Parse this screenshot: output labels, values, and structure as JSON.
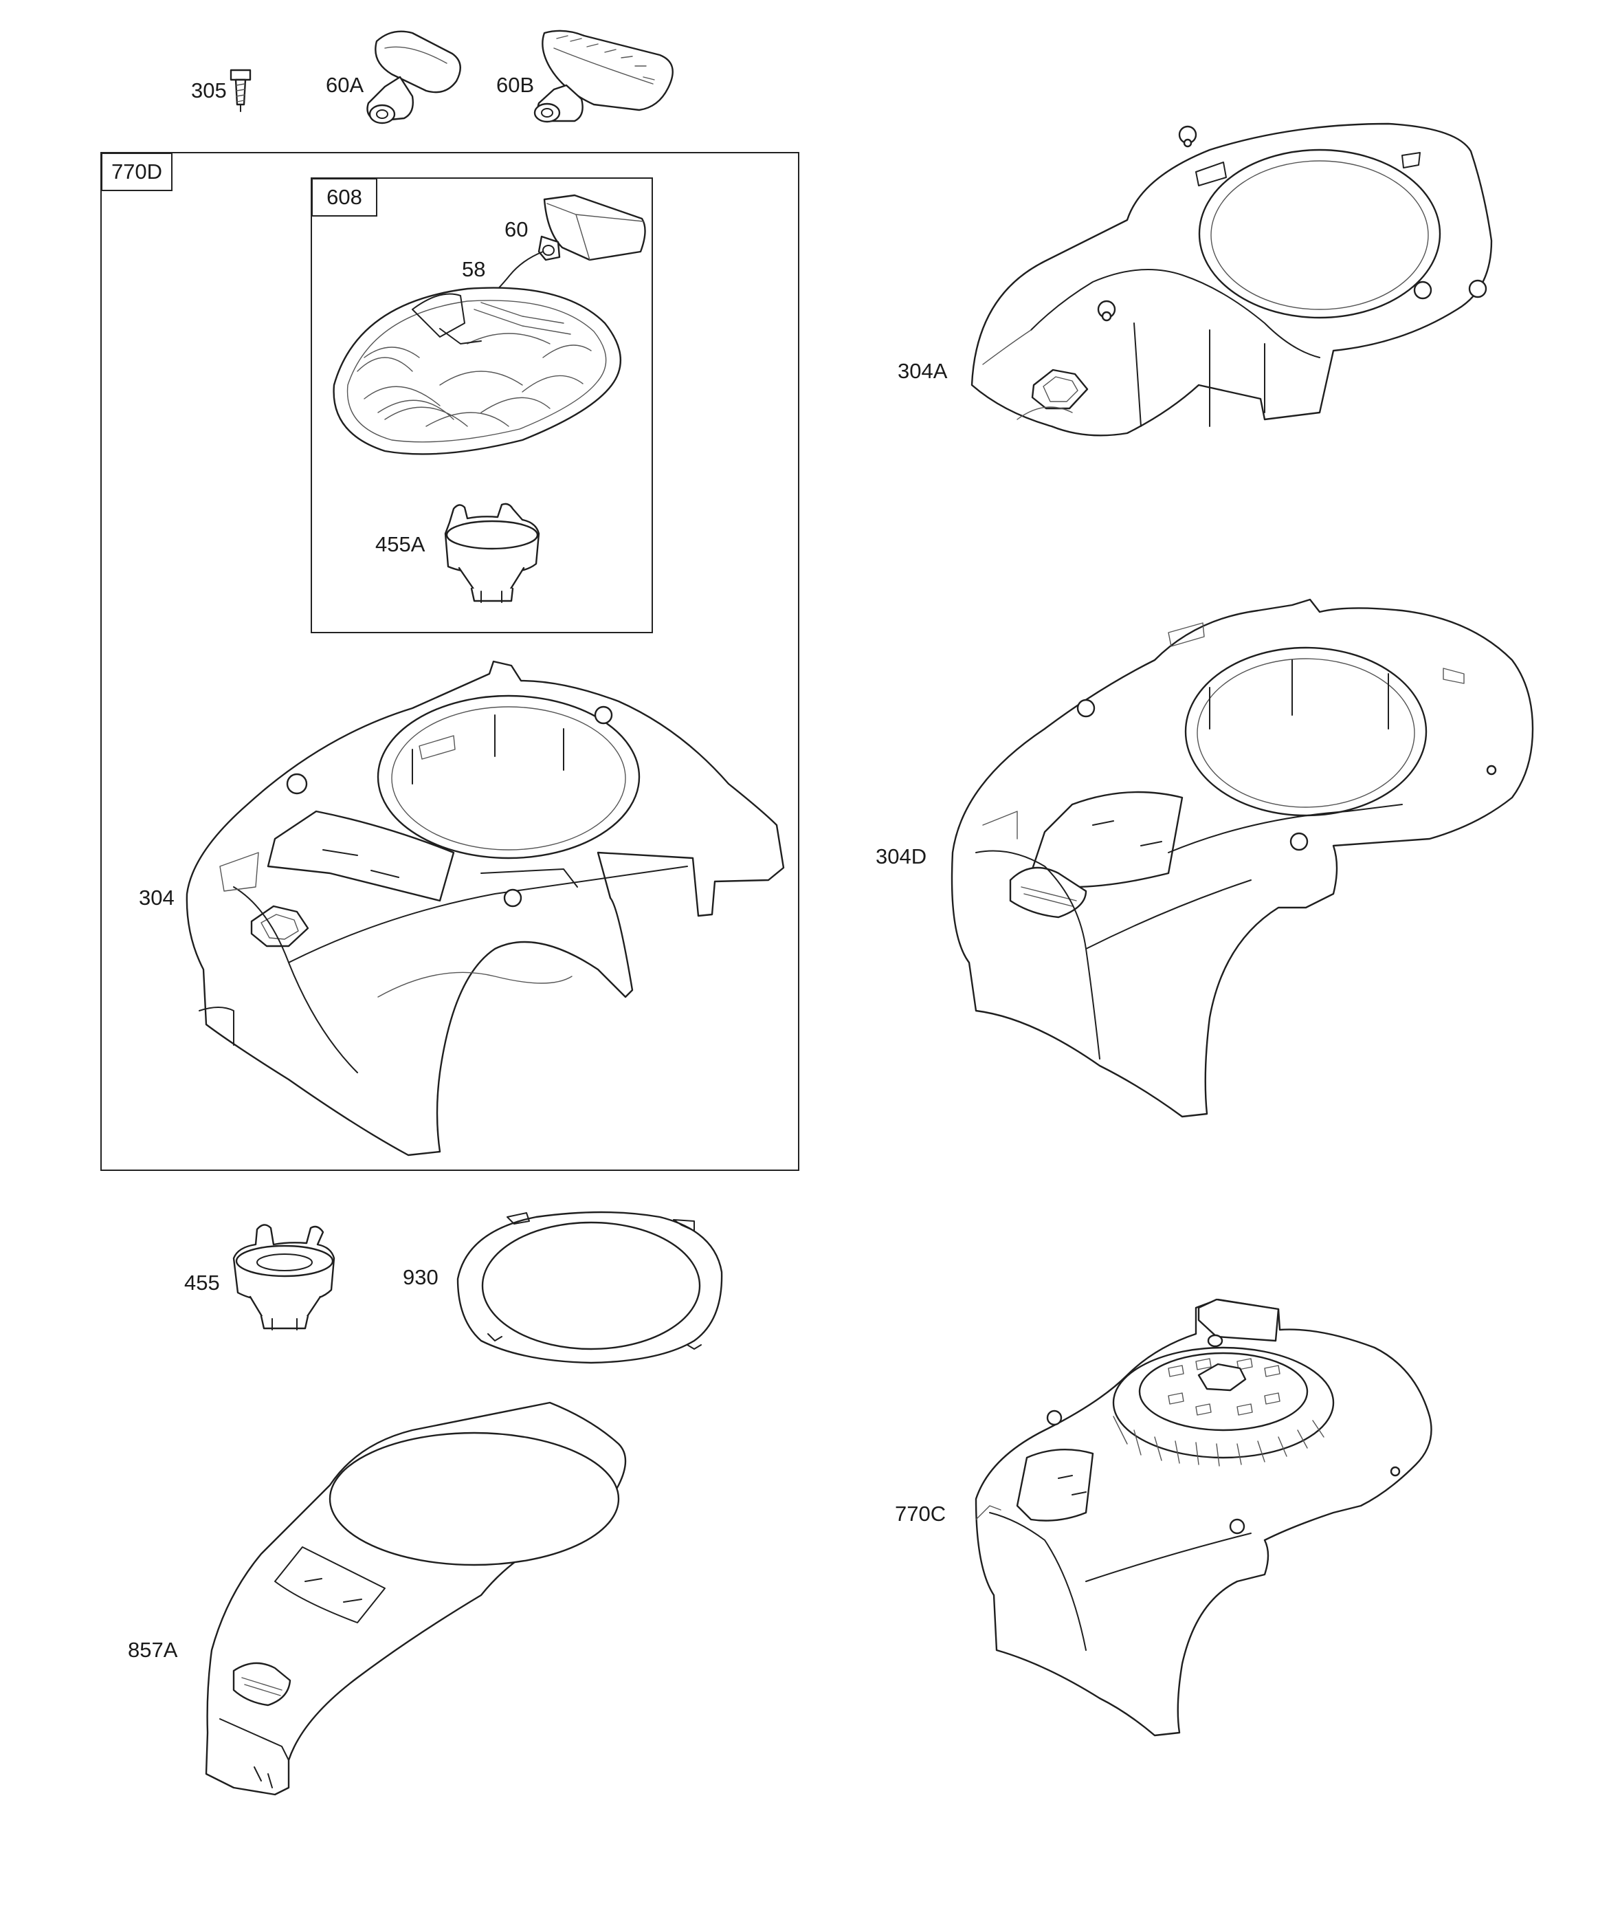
{
  "parts": {
    "p305": "305",
    "p60A": "60A",
    "p60B": "60B",
    "p770D": "770D",
    "p608": "608",
    "p60": "60",
    "p58": "58",
    "p455A": "455A",
    "p304": "304",
    "p304A": "304A",
    "p304D": "304D",
    "p455": "455",
    "p930": "930",
    "p857A": "857A",
    "p770C": "770C"
  }
}
